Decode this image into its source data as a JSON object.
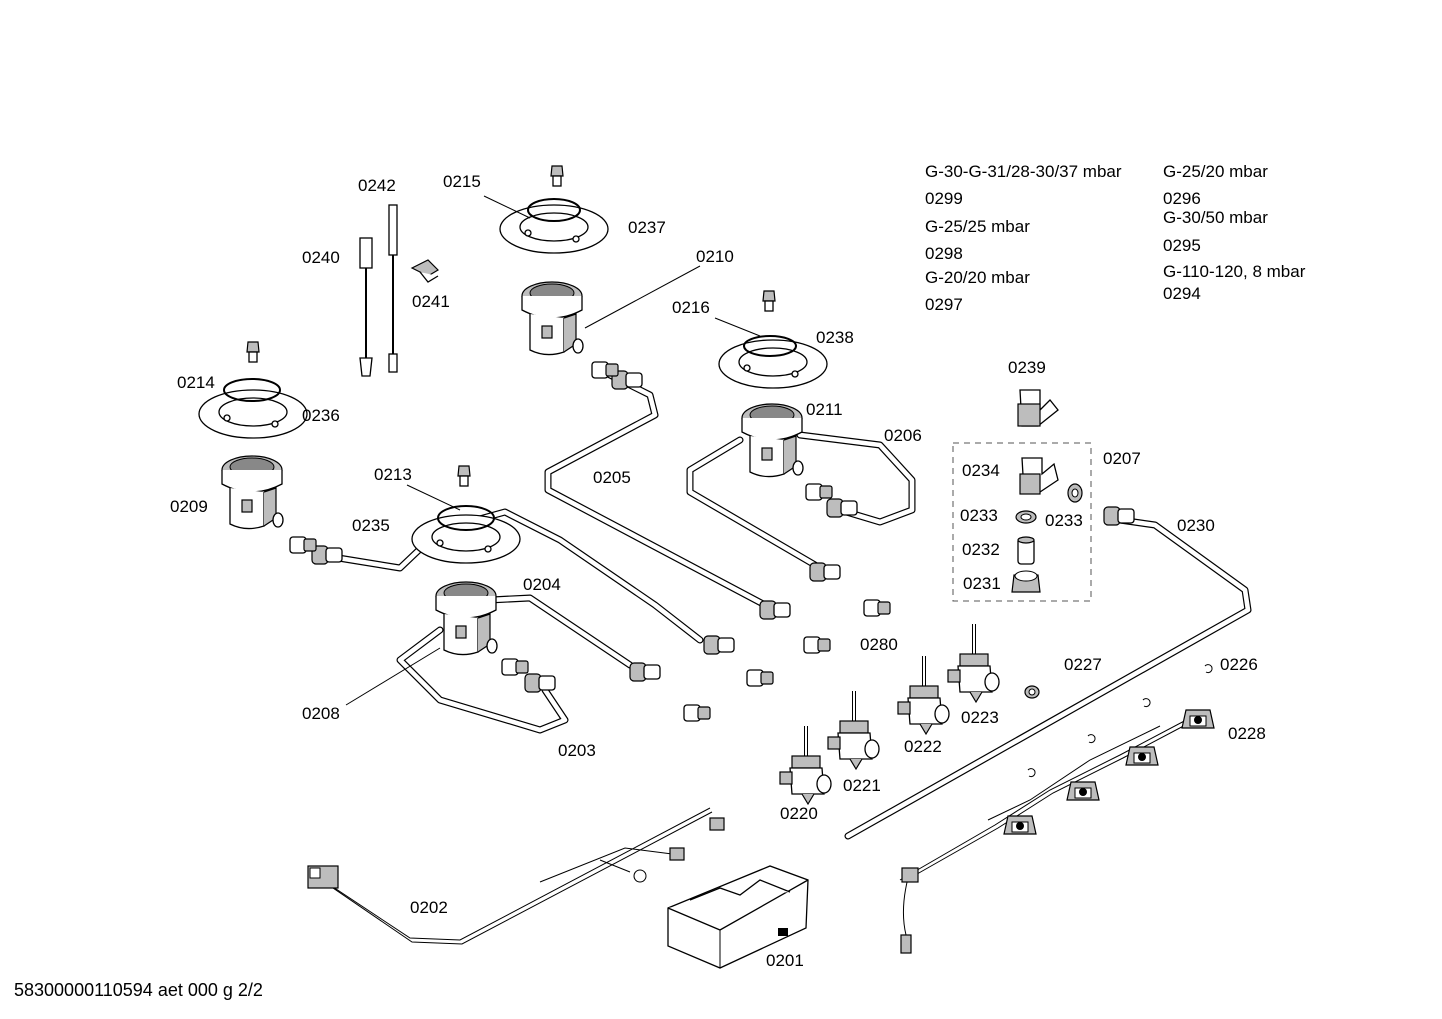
{
  "footer": "58300000110594 aet 000 g 2/2",
  "gas_specs": [
    "G-30-G-31/28-30/37 mbar",
    "0299",
    "G-25/25 mbar",
    "0298",
    "G-20/20 mbar",
    "0297",
    "G-25/20 mbar",
    "0296",
    "G-30/50 mbar",
    "0295",
    "G-110-120,  8 mbar",
    "0294"
  ],
  "labels": {
    "p0201": "0201",
    "p0202": "0202",
    "p0203": "0203",
    "p0204": "0204",
    "p0205": "0205",
    "p0206": "0206",
    "p0207": "0207",
    "p0208": "0208",
    "p0209": "0209",
    "p0210": "0210",
    "p0211": "0211",
    "p0213": "0213",
    "p0214": "0214",
    "p0215": "0215",
    "p0216": "0216",
    "p0220": "0220",
    "p0221": "0221",
    "p0222": "0222",
    "p0223": "0223",
    "p0226": "0226",
    "p0227": "0227",
    "p0228": "0228",
    "p0230": "0230",
    "p0231": "0231",
    "p0232": "0232",
    "p0233a": "0233",
    "p0233b": "0233",
    "p0234": "0234",
    "p0235": "0235",
    "p0236": "0236",
    "p0237": "0237",
    "p0238": "0238",
    "p0239": "0239",
    "p0240": "0240",
    "p0241": "0241",
    "p0242": "0242",
    "p0280": "0280"
  }
}
